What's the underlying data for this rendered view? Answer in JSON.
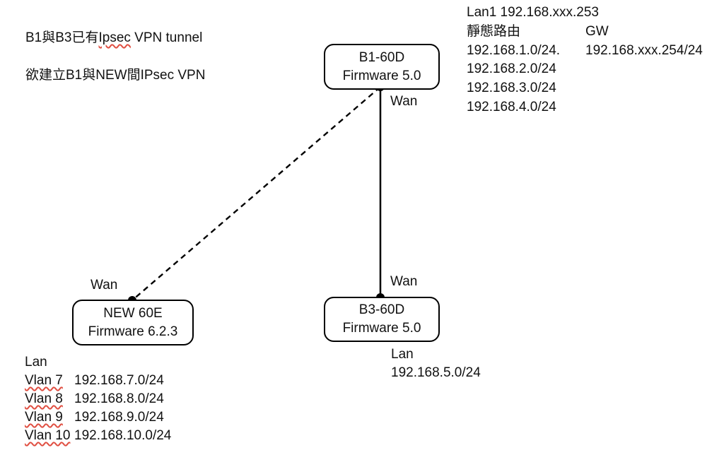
{
  "notes": {
    "existing_pre": "B1與B3已有",
    "existing_misspelled": "Ipsec",
    "existing_post": " VPN tunnel",
    "goal": "欲建立B1與NEW間IPsec VPN"
  },
  "nodes": {
    "b1": {
      "name": "B1-60D",
      "firmware": "Firmware 5.0",
      "wan_label": "Wan"
    },
    "b3": {
      "name": "B3-60D",
      "firmware": "Firmware 5.0",
      "wan_label": "Wan",
      "lan_label": "Lan",
      "lan_subnet": "192.168.5.0/24"
    },
    "new": {
      "name": "NEW 60E",
      "firmware": "Firmware 6.2.3",
      "wan_label": "Wan"
    }
  },
  "b1_info": {
    "lan1": "Lan1 192.168.xxx.253",
    "static_route_header": "靜態路由",
    "gw_header": "GW",
    "routes": [
      "192.168.1.0/24.",
      "192.168.2.0/24",
      "192.168.3.0/24",
      "192.168.4.0/24"
    ],
    "gw_value": "192.168.xxx.254/24"
  },
  "new_lan": {
    "header": "Lan",
    "vlans": [
      {
        "label": "Vlan 7",
        "subnet": "192.168.7.0/24"
      },
      {
        "label": "Vlan 8",
        "subnet": "192.168.8.0/24"
      },
      {
        "label": "Vlan 9",
        "subnet": "192.168.9.0/24"
      },
      {
        "label": "Vlan 10",
        "subnet": "192.168.10.0/24"
      }
    ]
  },
  "links": [
    {
      "from": "B1-60D",
      "to": "B3-60D",
      "style": "solid"
    },
    {
      "from": "B1-60D",
      "to": "NEW 60E",
      "style": "dashed"
    }
  ],
  "colors": {
    "text": "#111111",
    "line": "#000000",
    "spellcheck_underline": "#e04f42",
    "background": "#ffffff"
  }
}
